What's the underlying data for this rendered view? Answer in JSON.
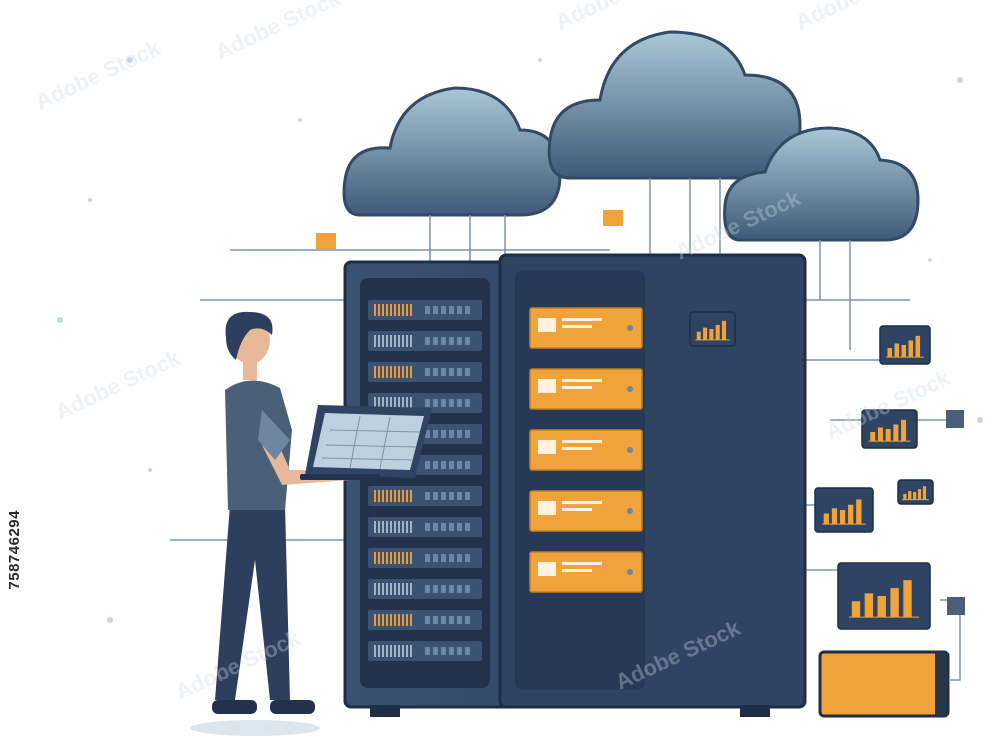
{
  "image_id_label": "758746294",
  "watermark_text": "Adobe Stock",
  "colors": {
    "server_body": "#2f4463",
    "server_dark": "#22324c",
    "accent_orange": "#f0a33a",
    "cloud": "#4e6a86",
    "cloud_light": "#9fbfcf",
    "wire": "#6f86a0",
    "person_shirt": "#4a5f78",
    "person_pants": "#2e3f5e"
  },
  "icons": [
    "cloud-icon",
    "server-rack",
    "laptop",
    "bar-chart-icon",
    "network-node"
  ]
}
